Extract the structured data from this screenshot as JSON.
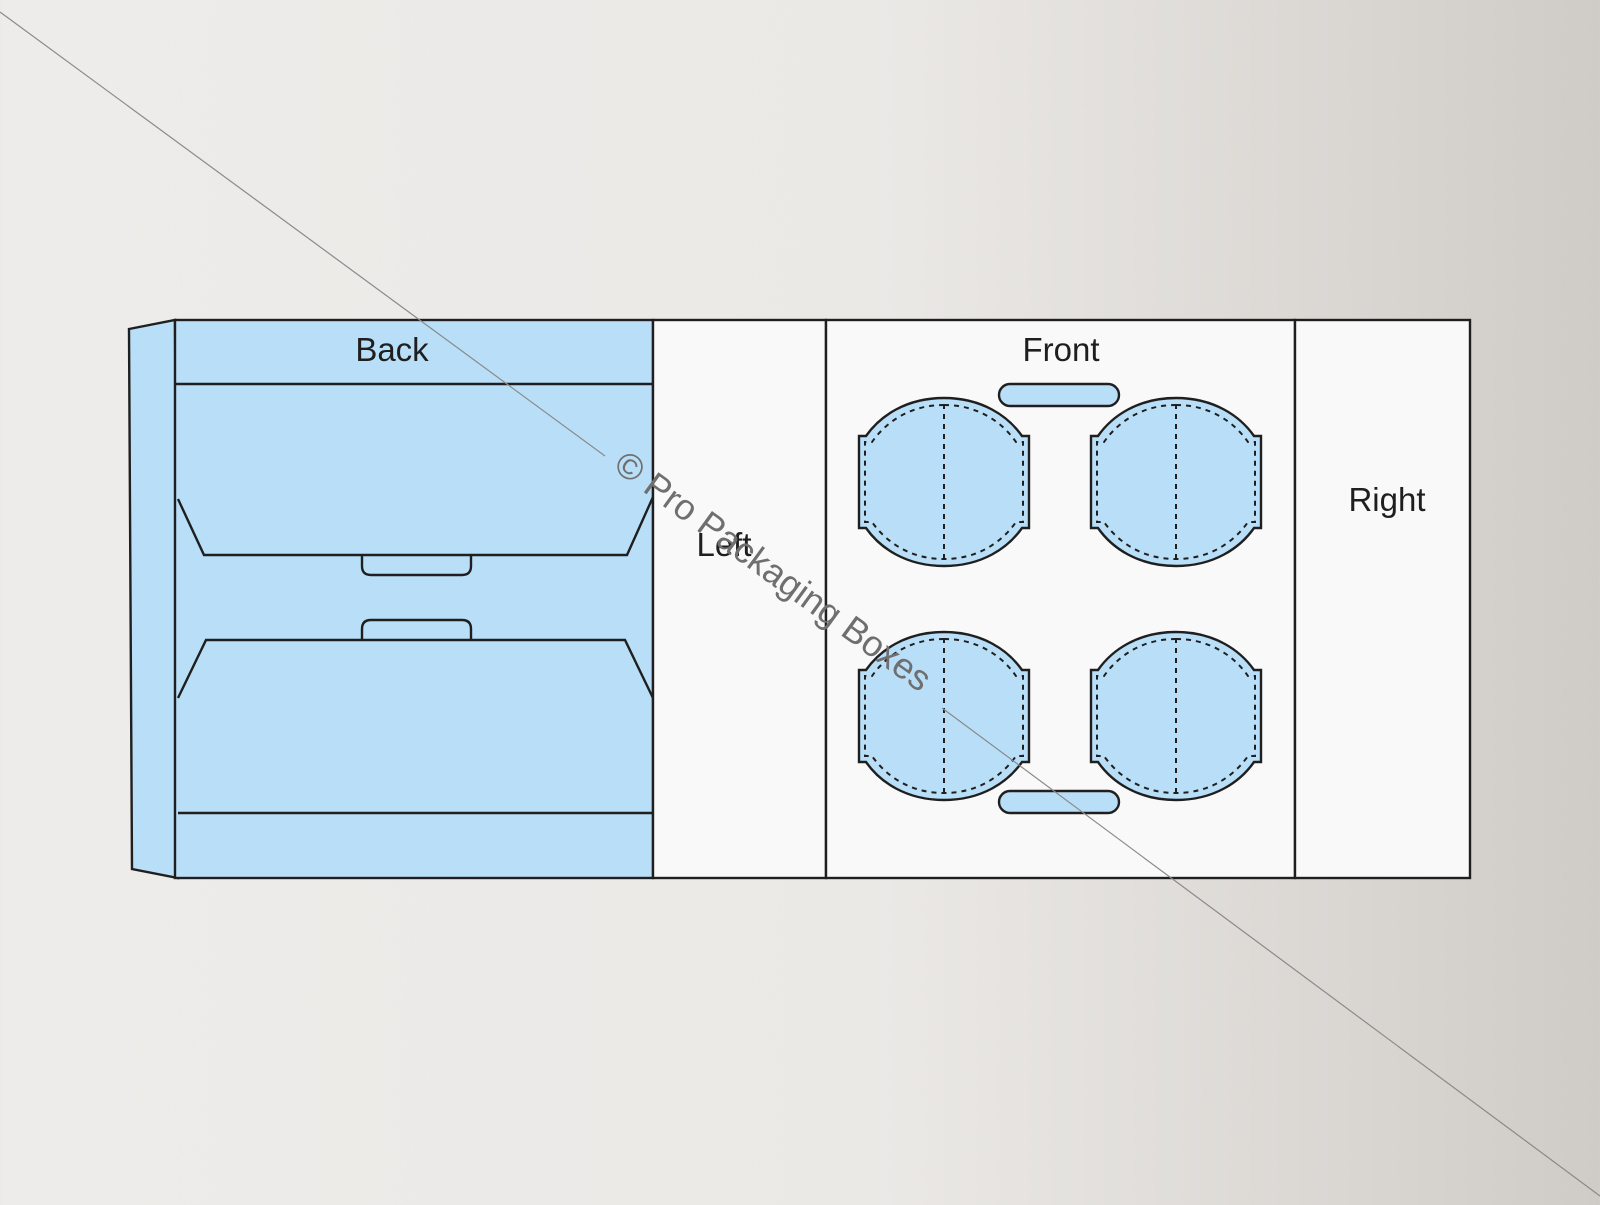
{
  "panels": {
    "back": "Back",
    "left": "Left",
    "front": "Front",
    "right": "Right"
  },
  "watermark": "© Pro Packaging Boxes",
  "colors": {
    "background": "#ebe9e6",
    "panel_blue": "#b8dff7",
    "panel_white": "#f9f9f9",
    "line": "#1f1f1f"
  }
}
